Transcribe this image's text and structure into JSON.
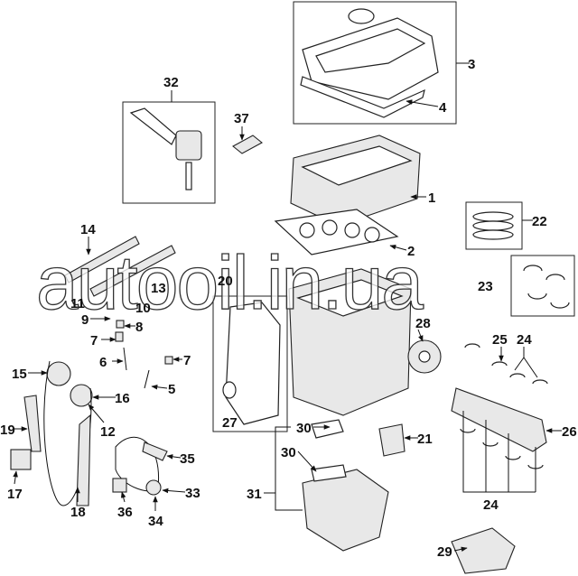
{
  "diagram": {
    "watermark": "autooil.in.ua",
    "callouts": [
      "3",
      "4",
      "32",
      "37",
      "1",
      "22",
      "14",
      "2",
      "23",
      "13",
      "20",
      "11",
      "10",
      "9",
      "8",
      "28",
      "7",
      "25",
      "24",
      "6",
      "7",
      "15",
      "5",
      "16",
      "12",
      "26",
      "27",
      "19",
      "30",
      "21",
      "35",
      "30",
      "31",
      "17",
      "33",
      "24",
      "18",
      "36",
      "34",
      "29"
    ]
  }
}
